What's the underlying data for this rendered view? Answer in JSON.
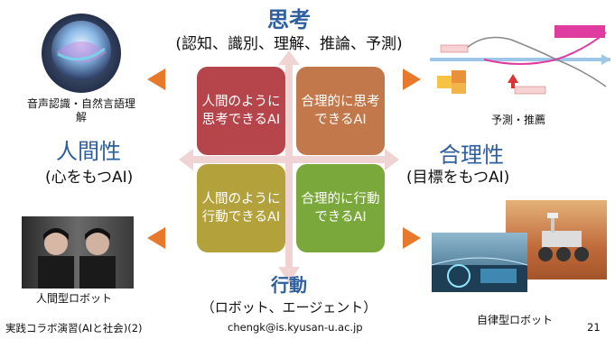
{
  "top": {
    "title": "思考",
    "subtitle": "(認知、識別、理解、推論、予測)"
  },
  "bottom": {
    "title": "行動",
    "subtitle": "（ロボット、エージェント）"
  },
  "left": {
    "title": "人間性",
    "subtitle": "(心をもつAI)"
  },
  "right": {
    "title": "合理性",
    "subtitle": "(目標をもつAI)"
  },
  "quadrants": {
    "top_left": "人間のように思考できるAI",
    "top_right": "合理的に思考できるAI",
    "bottom_left": "人間のように行動できるAI",
    "bottom_right": "合理的に行動できるAI"
  },
  "images": {
    "siri": {
      "label": "Siri",
      "caption": "音声認識・自然言語理解"
    },
    "prediction": {
      "caption": "予測・推薦"
    },
    "humanoid": {
      "caption": "人間型ロボット"
    },
    "autonomous": {
      "caption": "自律型ロボット"
    }
  },
  "footer": {
    "left": "実践コラボ演習(AIと社会)(2)",
    "center": "chengk@is.kyusan-u.ac.jp",
    "page": "21"
  },
  "colors": {
    "accent": "#2e5f9e",
    "arrow": "#e8792a",
    "cross": "#f0d3d3"
  }
}
